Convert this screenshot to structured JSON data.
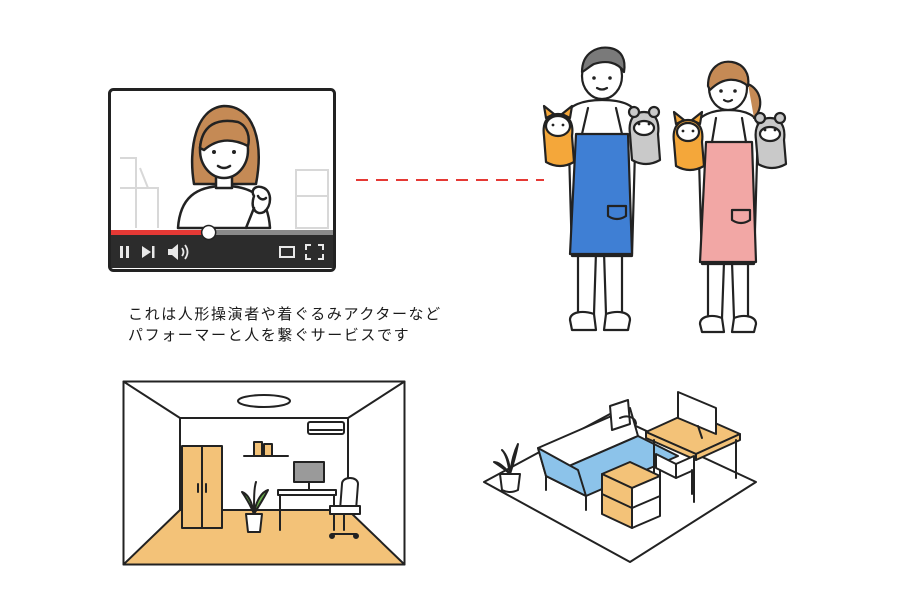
{
  "caption": {
    "line1": "これは人形操演者や着ぐるみアクターなど",
    "line2": "パフォーマーと人を繋ぐサービスです"
  },
  "video_player": {
    "progress": 0.44
  },
  "colors": {
    "outline": "#222222",
    "dashed_connector": "#e53935",
    "progress_played": "#e53935",
    "apron_blue": "#3f7fd4",
    "apron_pink": "#f2a7a5",
    "hair_brown": "#c58a55",
    "floor_wood": "#f3c278",
    "bed_blue": "#8cc3ea",
    "plant_green": "#6ab04c",
    "puppet_orange": "#f4a73a",
    "puppet_gray": "#c9c9c9"
  }
}
